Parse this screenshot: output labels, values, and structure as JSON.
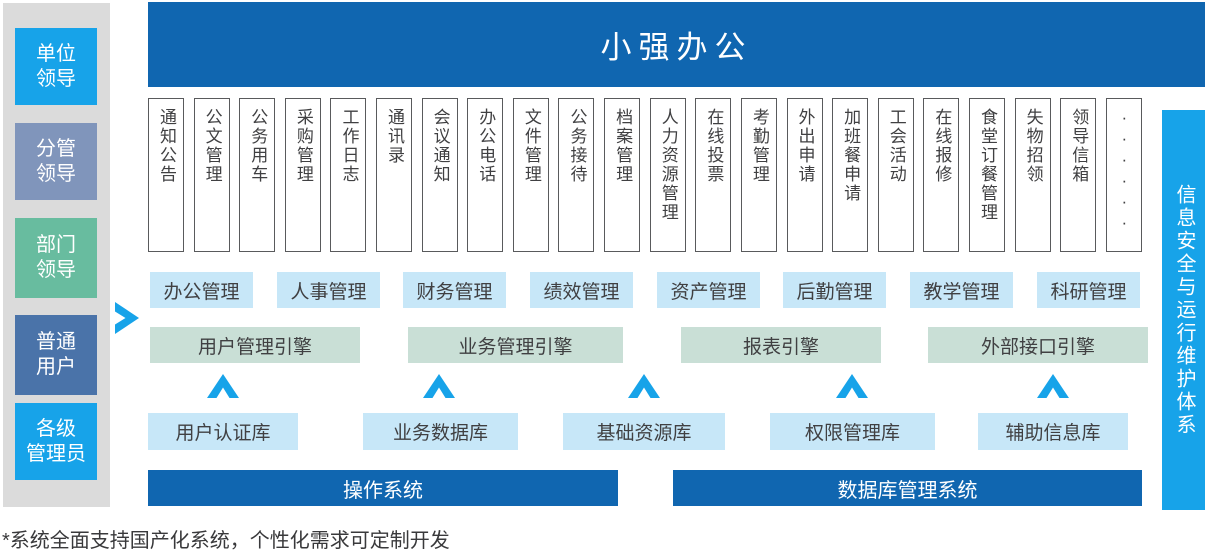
{
  "banner": {
    "title": "小强办公"
  },
  "sidebar": {
    "roles": [
      {
        "label": "单位\n领导"
      },
      {
        "label": "分管\n领导"
      },
      {
        "label": "部门\n领导"
      },
      {
        "label": "普通\n用户"
      },
      {
        "label": "各级\n管理员"
      }
    ]
  },
  "modules": [
    "通知公告",
    "公文管理",
    "公务用车",
    "采购管理",
    "工作日志",
    "通讯录",
    "会议通知",
    "办公电话",
    "文件管理",
    "公务接待",
    "档案管理",
    "人力资源管理",
    "在线投票",
    "考勤管理",
    "外出申请",
    "加班餐申请",
    "工会活动",
    "在线报修",
    "食堂订餐管理",
    "失物招领",
    "领导信箱",
    "······"
  ],
  "categories": [
    "办公管理",
    "人事管理",
    "财务管理",
    "绩效管理",
    "资产管理",
    "后勤管理",
    "教学管理",
    "科研管理"
  ],
  "engines": [
    "用户管理引擎",
    "业务管理引擎",
    "报表引擎",
    "外部接口引擎"
  ],
  "databases": [
    "用户认证库",
    "业务数据库",
    "基础资源库",
    "权限管理库",
    "辅助信息库"
  ],
  "platforms": [
    "操作系统",
    "数据库管理系统"
  ],
  "security_bar": {
    "label": "信息安全与运行维护体系"
  },
  "footnote": "*系统全面支持国产化系统，个性化需求可定制开发",
  "icons": {
    "up_arrow": "chevron-up-icon",
    "right_arrow": "chevron-right-icon"
  },
  "colors": {
    "dark_blue": "#1066B0",
    "bright_blue": "#17A3E9",
    "steel_blue": "#4A73A9",
    "gray_blue": "#8095BB",
    "green": "#68BC9F",
    "light_blue": "#C7E7F8",
    "light_green": "#C9DFD6",
    "sidebar_gray": "#DBDBDB"
  }
}
